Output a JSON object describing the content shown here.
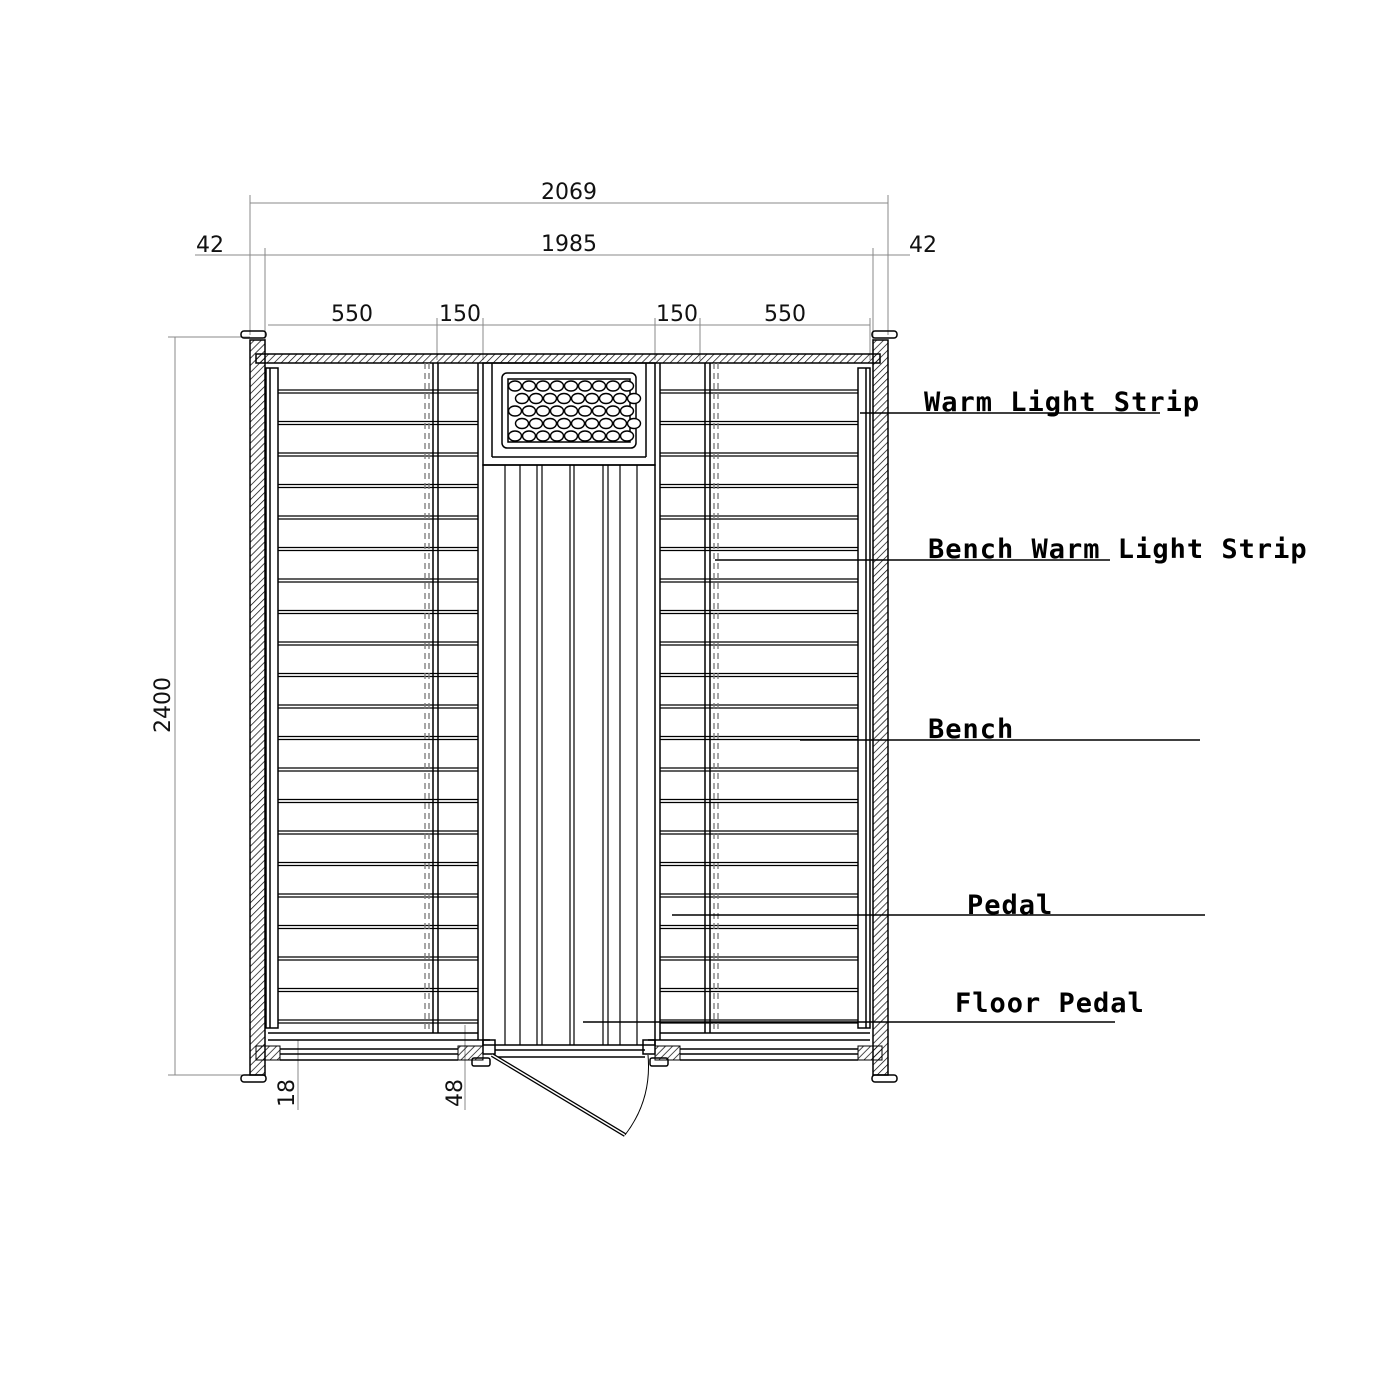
{
  "dimensions": {
    "overall_width": "2069",
    "inner_width": "1985",
    "left_wall": "42",
    "right_wall": "42",
    "left_bench": "550",
    "left_gap": "150",
    "right_gap": "150",
    "right_bench": "550",
    "depth": "2400",
    "front_frame": "18",
    "door_frame": "48"
  },
  "labels": {
    "warm_light_strip": "Warm Light Strip",
    "bench_warm_light_strip": "Bench Warm Light Strip",
    "bench": "Bench",
    "pedal": "Pedal",
    "floor_pedal": "Floor Pedal"
  },
  "colors": {
    "line": "#000000",
    "dimension": "#888888"
  }
}
